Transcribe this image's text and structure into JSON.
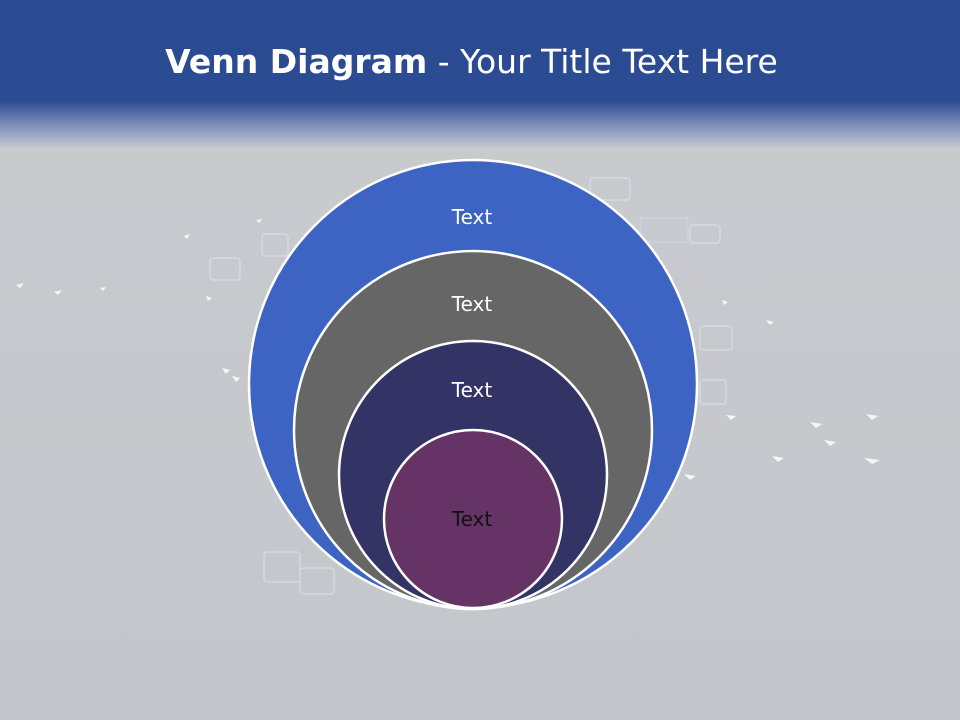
{
  "slide": {
    "title_bold": "Venn Diagram",
    "title_rest": " - Your Title Text Here"
  },
  "diagram": {
    "circles": [
      {
        "label": "Text",
        "fill": "#3d63c3",
        "text_color": "#ffffff"
      },
      {
        "label": "Text",
        "fill": "#666666",
        "text_color": "#ffffff"
      },
      {
        "label": "Text",
        "fill": "#333366",
        "text_color": "#ffffff"
      },
      {
        "label": "Text",
        "fill": "#663366",
        "text_color": "#111111"
      }
    ],
    "outline_color": "#ffffff"
  },
  "colors": {
    "header": "#2a4a91",
    "background": "#c5c8cd"
  }
}
